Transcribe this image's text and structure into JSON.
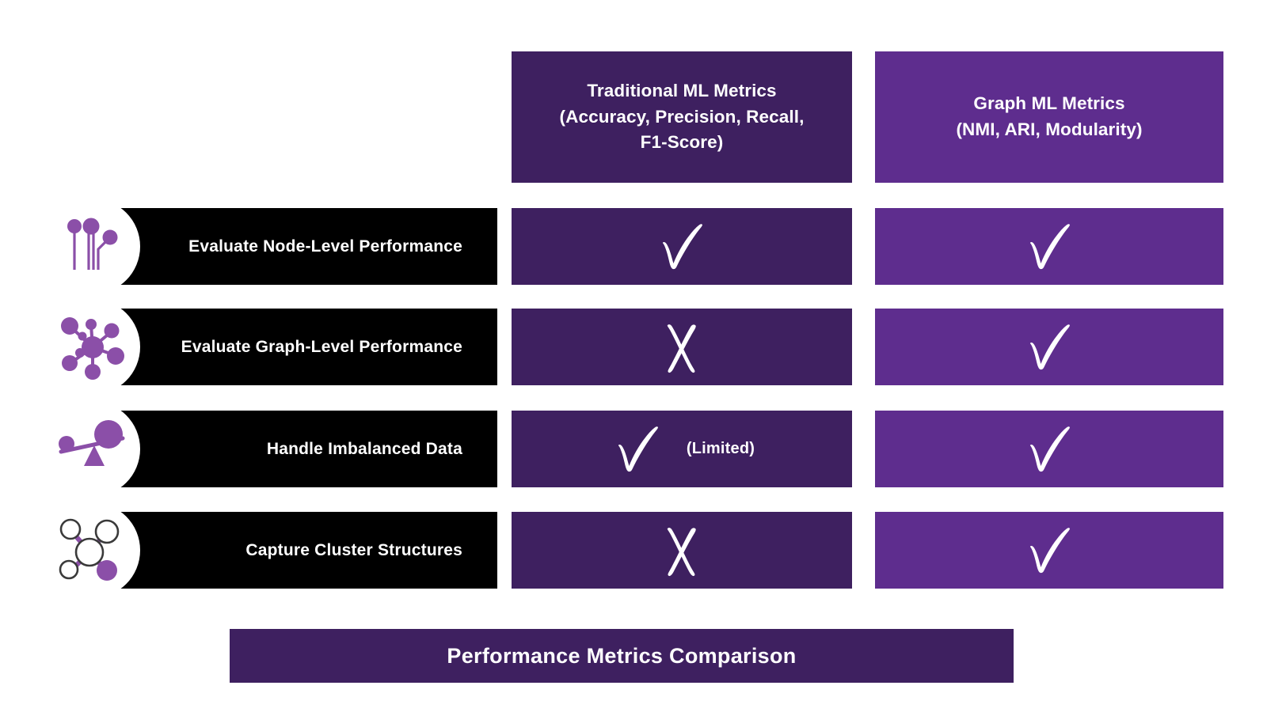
{
  "colors": {
    "traditional_column": "#3E2060",
    "graph_column": "#5E2D8E",
    "label_bar": "#000000",
    "icon_accent": "#8B4FA8",
    "background": "#FFFFFF",
    "text": "#FFFFFF"
  },
  "columns": [
    {
      "id": "traditional",
      "title": "Traditional ML Metrics",
      "subtitle_line1": "(Accuracy, Precision, Recall,",
      "subtitle_line2": "F1-Score)"
    },
    {
      "id": "graph",
      "title": "Graph ML Metrics",
      "subtitle_line1": "(NMI, ARI, Modularity)",
      "subtitle_line2": ""
    }
  ],
  "rows": [
    {
      "label": "Evaluate Node-Level Performance",
      "icon": "circuit-nodes-icon",
      "traditional": {
        "mark": "check",
        "note": ""
      },
      "graph": {
        "mark": "check",
        "note": ""
      }
    },
    {
      "label": "Evaluate Graph-Level Performance",
      "icon": "network-graph-icon",
      "traditional": {
        "mark": "cross",
        "note": ""
      },
      "graph": {
        "mark": "check",
        "note": ""
      }
    },
    {
      "label": "Handle Imbalanced Data",
      "icon": "unbalanced-scale-icon",
      "traditional": {
        "mark": "check",
        "note": "(Limited)"
      },
      "graph": {
        "mark": "check",
        "note": ""
      }
    },
    {
      "label": "Capture Cluster Structures",
      "icon": "cluster-molecule-icon",
      "traditional": {
        "mark": "cross",
        "note": ""
      },
      "graph": {
        "mark": "check",
        "note": ""
      }
    }
  ],
  "banner": {
    "title": "Performance Metrics Comparison"
  }
}
